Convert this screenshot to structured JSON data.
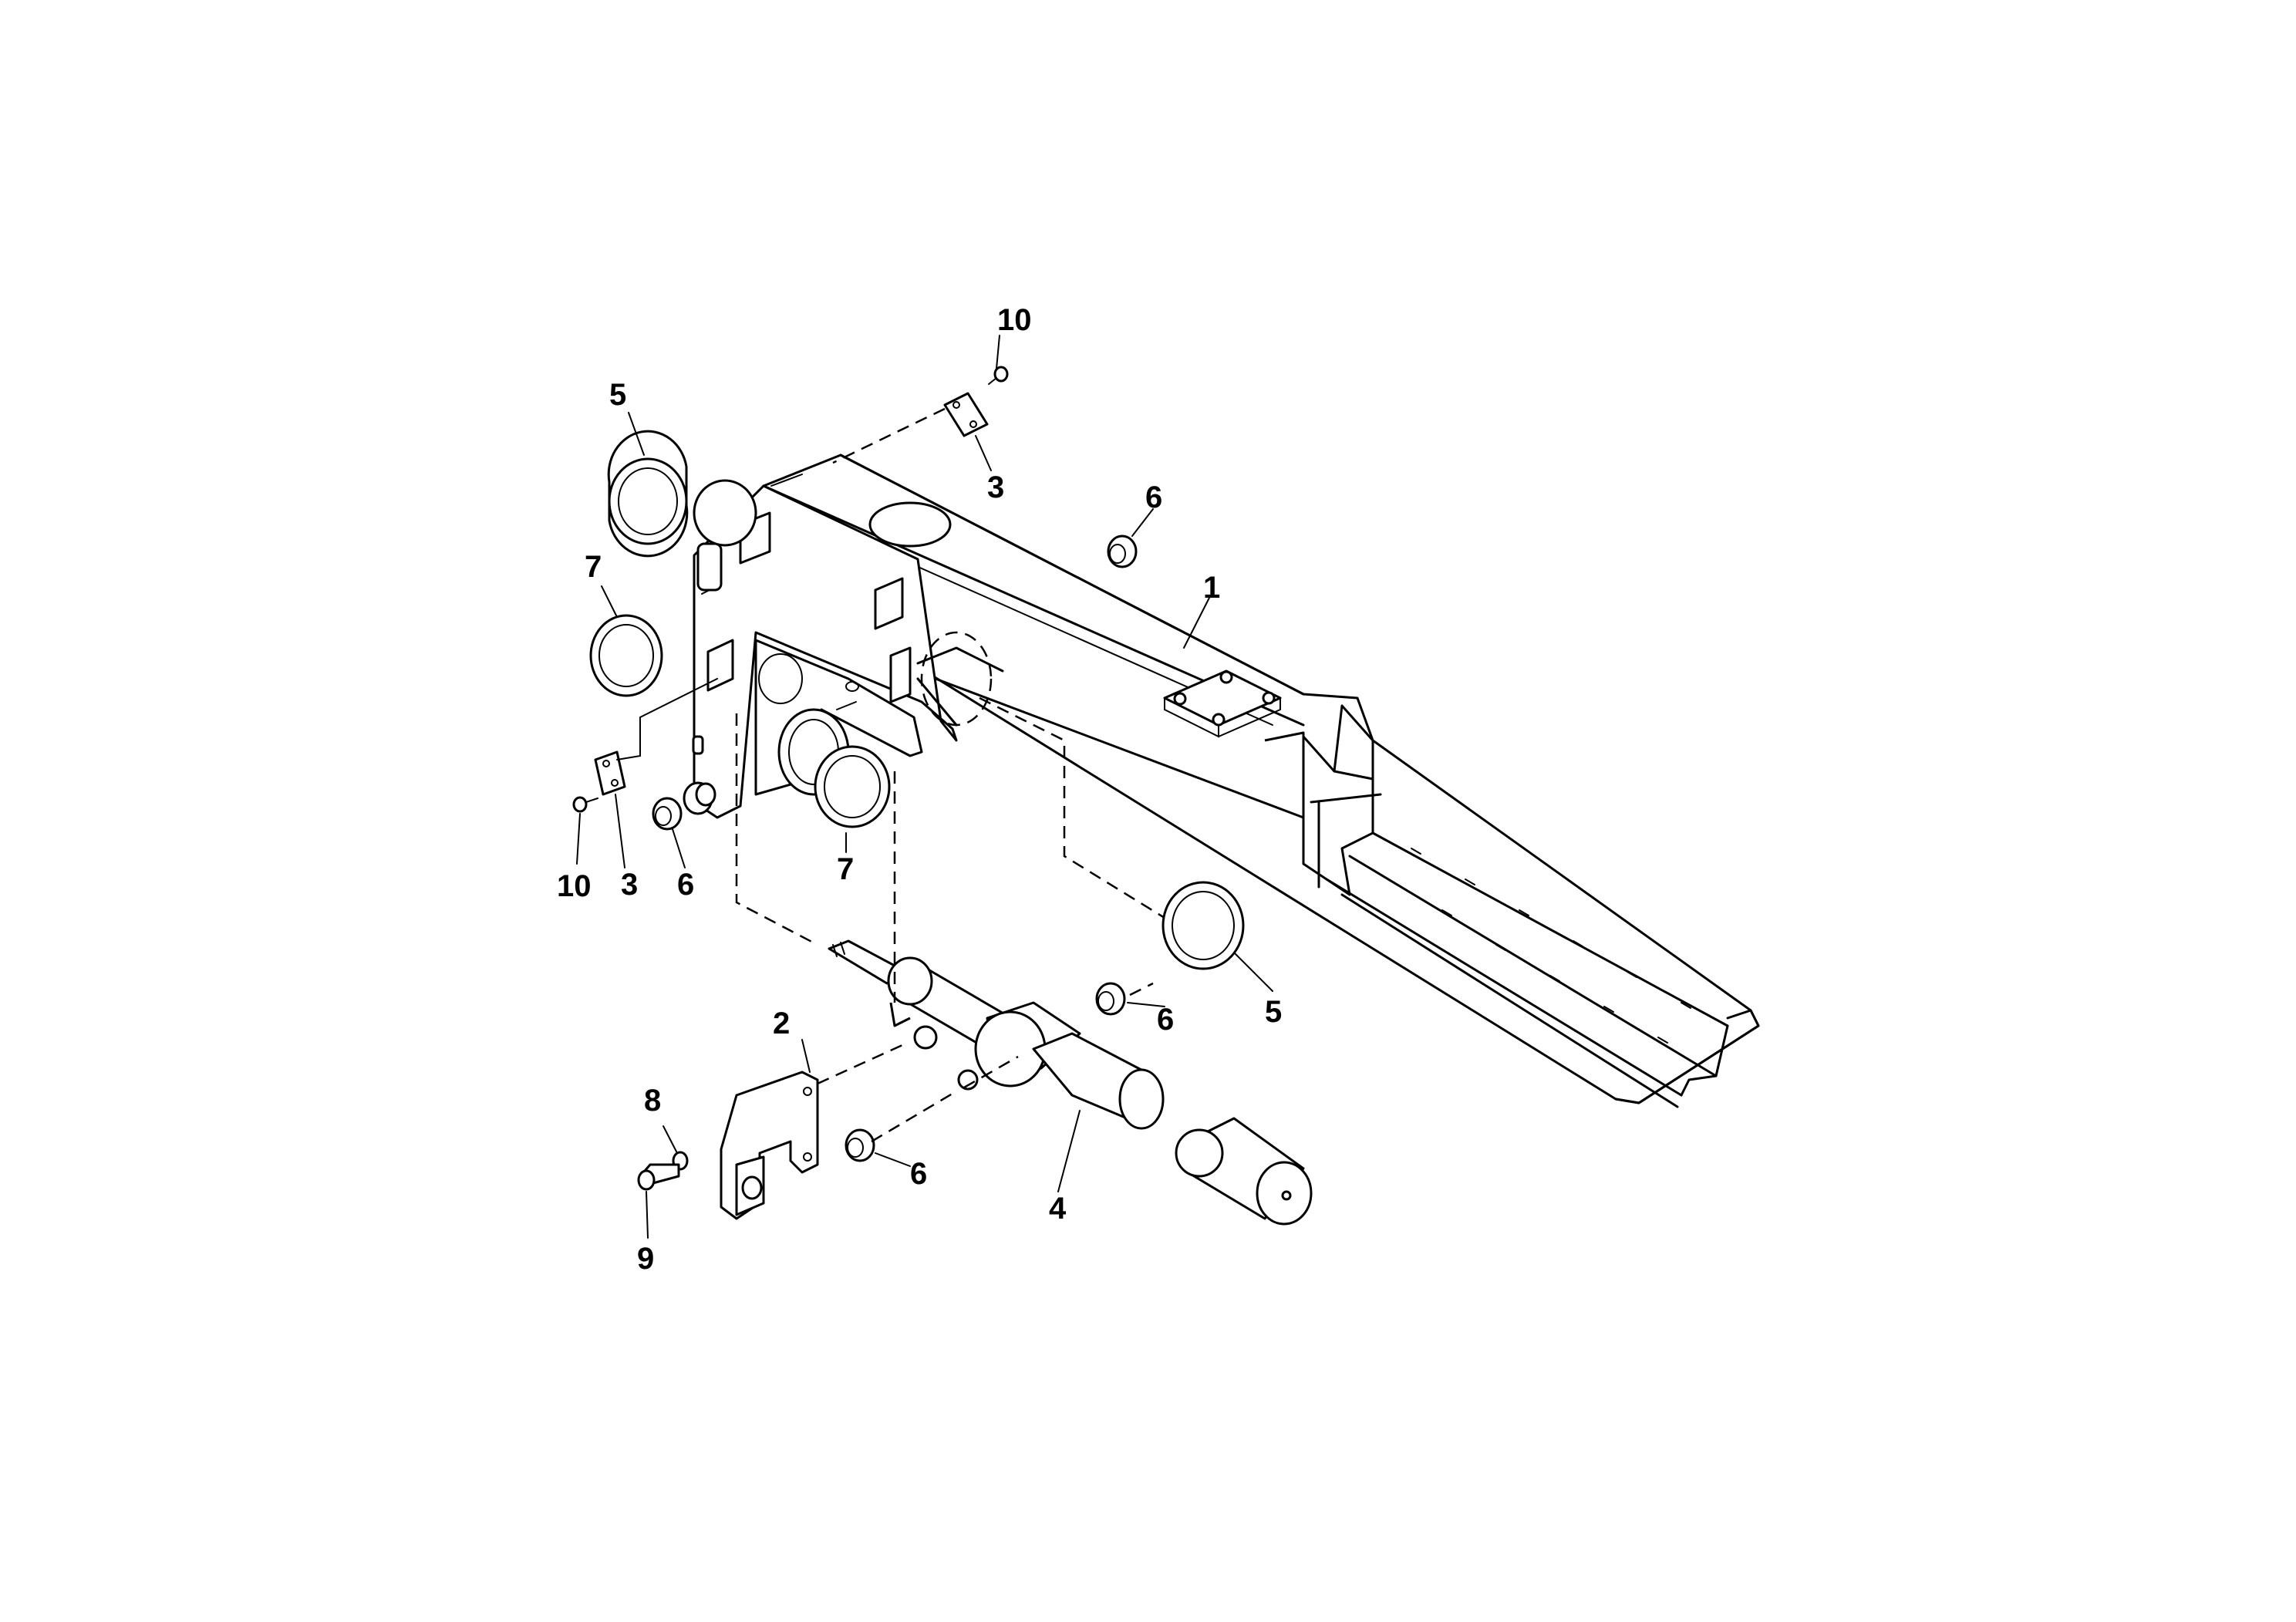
{
  "callouts": {
    "c1": "1",
    "c2": "2",
    "c3a": "3",
    "c3b": "3",
    "c4": "4",
    "c5a": "5",
    "c5b": "5",
    "c6a": "6",
    "c6b": "6",
    "c6c": "6",
    "c6d": "6",
    "c7a": "7",
    "c7b": "7",
    "c8": "8",
    "c9": "9",
    "c10a": "10",
    "c10b": "10"
  }
}
